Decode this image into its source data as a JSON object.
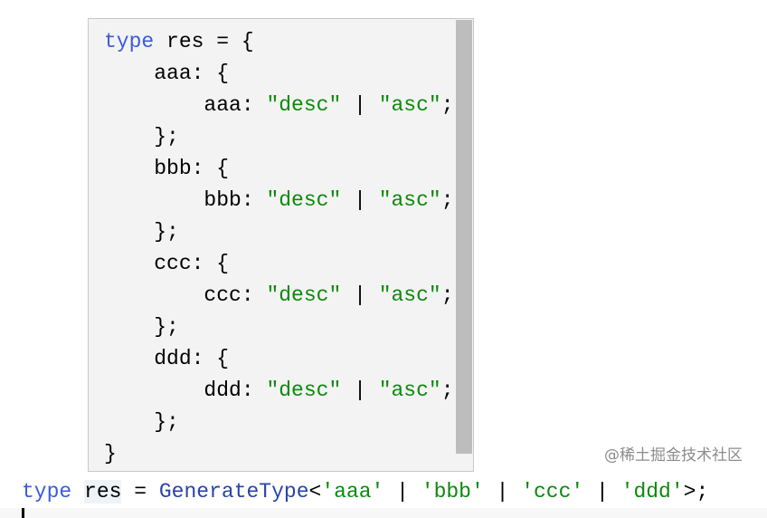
{
  "hover": {
    "lines": [
      {
        "indent": "",
        "parts": [
          "type",
          " res = {"
        ]
      },
      {
        "key": "aaa"
      },
      {
        "key": "bbb"
      },
      {
        "key": "ccc"
      },
      {
        "key": "ddd"
      }
    ],
    "kw": "type",
    "name": " res = {",
    "close": "}",
    "inner": [
      "aaa",
      "bbb",
      "ccc",
      "ddd"
    ],
    "desc": "\"desc\"",
    "asc": "\"asc\"",
    "sep": " | ",
    "colon": ": ",
    "semi": ";",
    "open": ": {",
    "end": "};"
  },
  "editor": {
    "kw": "type",
    "name": "res",
    "eq": " = ",
    "fn": "GenerateType",
    "lt": "<",
    "args": [
      "'aaa'",
      "'bbb'",
      "'ccc'",
      "'ddd'"
    ],
    "sep": " | ",
    "gt": ">;"
  },
  "watermark": "@稀土掘金技术社区"
}
